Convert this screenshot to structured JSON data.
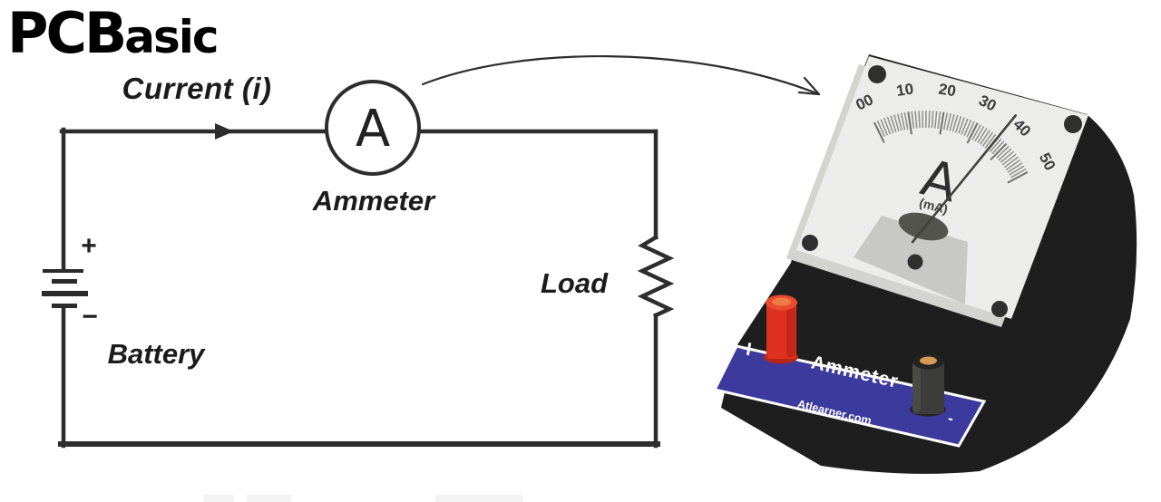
{
  "logo": {
    "part1": "PCB",
    "part2": "asic",
    "color": "#c9dfd3"
  },
  "circuit": {
    "current_label": "Current (i)",
    "ammeter_symbol": "A",
    "ammeter_label": "Ammeter",
    "load_label": "Load",
    "battery_label": "Battery",
    "battery_plus": "+",
    "battery_minus": "−",
    "wire_color": "#2d2d2d",
    "text_color": "#1b1b1b"
  },
  "meter_device": {
    "scale_labels": [
      "00",
      "10",
      "20",
      "30",
      "40",
      "50"
    ],
    "scale_min": 0,
    "scale_max": 50,
    "reading_value_mA": 37,
    "unit_symbol": "A",
    "unit_note": "(mA)",
    "panel_label": "Ammeter",
    "panel_plus": "+",
    "panel_minus": "-",
    "brand_text": "Atlearner.com",
    "colors": {
      "body": "#1e1e1e",
      "face": "#ececea",
      "bevel": "#d3d3d0",
      "panel_blue": "#3c3a9c",
      "red_terminal": "#e03020",
      "black_terminal": "#3c3c3a",
      "tick": "#8f8f8d",
      "scale_number": "#3b3b3b",
      "needle": "#41413c"
    }
  }
}
